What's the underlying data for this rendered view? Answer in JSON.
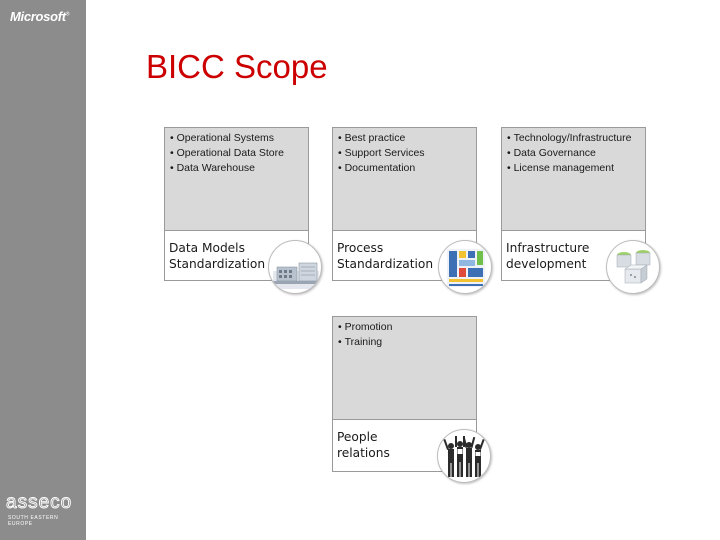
{
  "header": {
    "logo_text": "Microsoft",
    "title": "BICC Scope"
  },
  "footer": {
    "brand_text": "asseco",
    "brand_subtitle": "SOUTH EASTERN EUROPE"
  },
  "cards": [
    {
      "bullets": [
        "Operational Systems",
        "Operational Data Store",
        "Data Warehouse"
      ],
      "label_lines": [
        "Data Models",
        "Standardization"
      ],
      "icon": "data-center-icon"
    },
    {
      "bullets": [
        "Best practice",
        "Support Services",
        "Documentation"
      ],
      "label_lines": [
        "Process",
        "Standardization"
      ],
      "icon": "process-diagram-icon"
    },
    {
      "bullets": [
        "Technology/Infrastructure",
        "Data Governance",
        "License management"
      ],
      "label_lines": [
        "Infrastructure",
        "development"
      ],
      "icon": "server-cubes-icon"
    },
    {
      "bullets": [
        "Promotion",
        "Training"
      ],
      "label_lines": [
        "People",
        "relations"
      ],
      "icon": "people-cheering-icon"
    }
  ],
  "colors": {
    "title_red": "#cc0000",
    "sidebar_gray": "#8c8c8c",
    "card_fill": "#d9d9d9",
    "card_border": "#9a9a9a"
  }
}
